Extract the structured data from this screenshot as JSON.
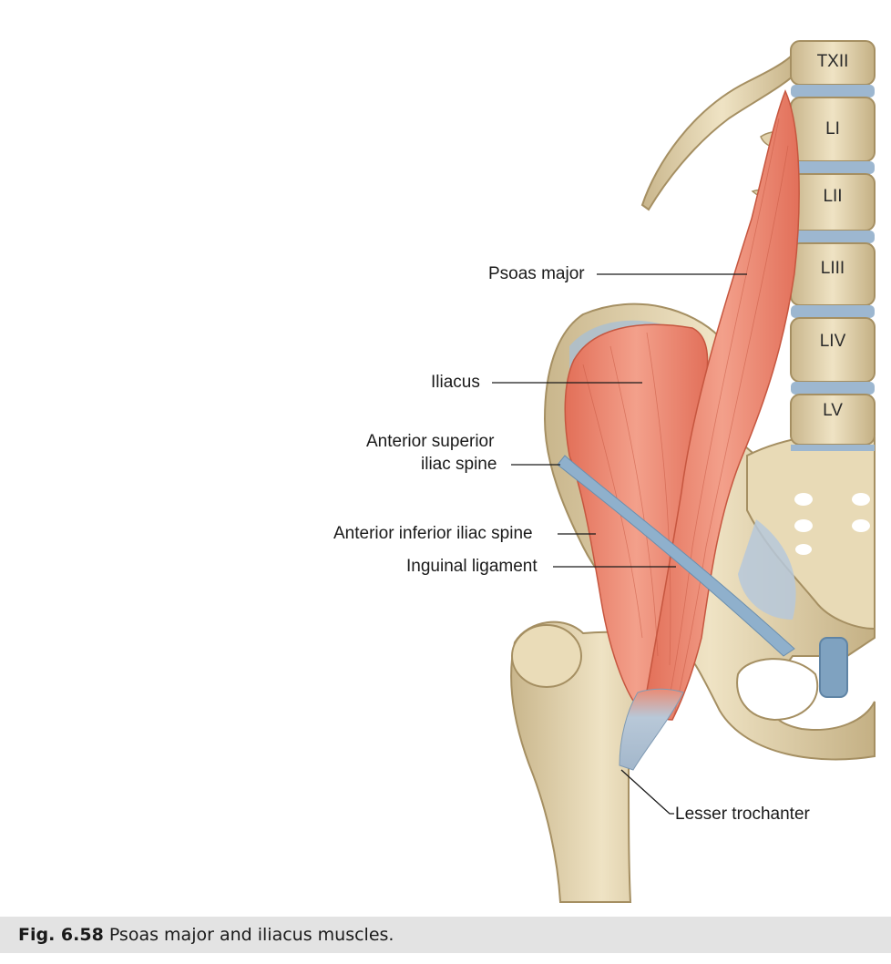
{
  "labels": {
    "psoas_major": "Psoas major",
    "iliacus": "Iliacus",
    "asis_line1": "Anterior superior",
    "asis_line2": "iliac spine",
    "aiis": "Anterior inferior iliac spine",
    "inguinal": "Inguinal ligament",
    "lesser_trochanter": "Lesser trochanter"
  },
  "vertebrae": [
    "TXII",
    "LI",
    "LII",
    "LIII",
    "LIV",
    "LV"
  ],
  "caption": {
    "number": "Fig. 6.58",
    "text": "Psoas major and iliacus muscles."
  },
  "colors": {
    "bone": "#e6d7b3",
    "bone_shadow": "#b9a57c",
    "muscle": "#e8806a",
    "muscle_light": "#f3a592",
    "ligament": "#a9bfd3",
    "disc": "#9db7d0",
    "caption_bg": "#e3e3e3"
  }
}
